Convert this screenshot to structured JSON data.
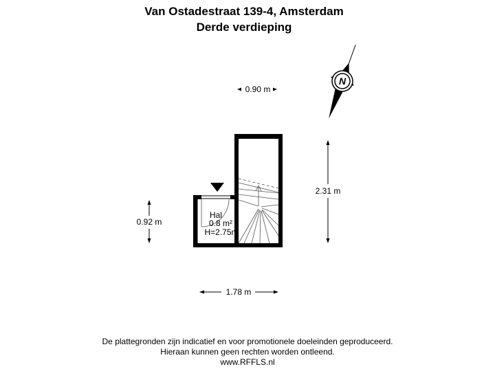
{
  "title": {
    "line1": "Van Ostadestraat 139-4, Amsterdam",
    "line2": "Derde verdieping"
  },
  "room": {
    "name": "Hal",
    "area": "0.8 m²",
    "height": "H=2.75m"
  },
  "dimensions": {
    "top_width": "0.90 m",
    "bottom_width": "1.78 m",
    "left_height": "0.92 m",
    "right_height": "2.31 m"
  },
  "compass": {
    "label": "N",
    "icon": "north-arrow-icon"
  },
  "entrance": {
    "icon": "entrance-triangle-icon"
  },
  "footer": {
    "line1": "De plattegronden zijn indicatief en voor promotionele doeleinden geproduceerd.",
    "line2": "Hieraan kunnen geen rechten worden ontleend.",
    "line3": "www.RFFLS.nl"
  }
}
